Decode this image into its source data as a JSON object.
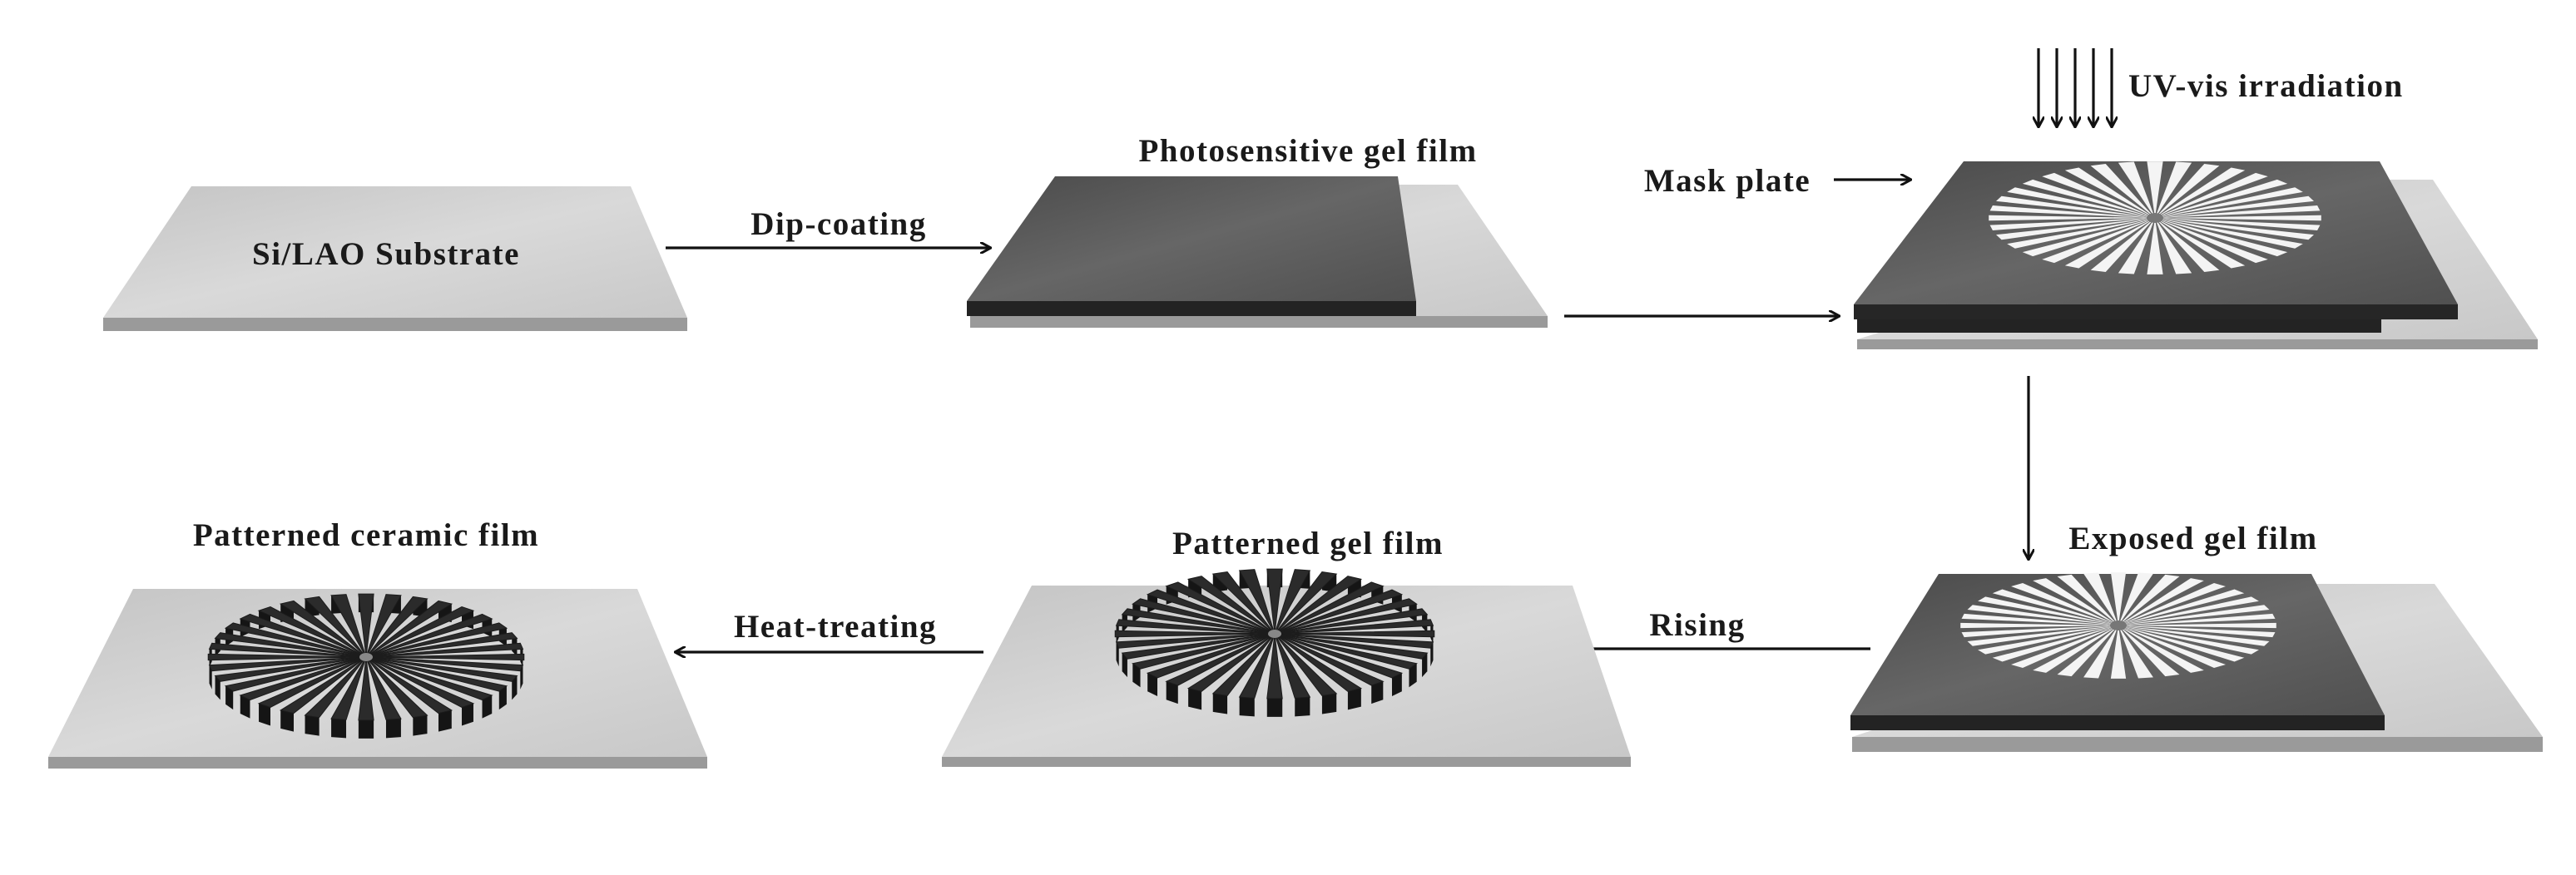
{
  "labels": {
    "substrate": "Si/LAO Substrate",
    "dip_coating": "Dip-coating",
    "photosensitive": "Photosensitive gel film",
    "mask_plate": "Mask plate",
    "uv": "UV-vis irradiation",
    "exposed": "Exposed gel film",
    "rising": "Rising",
    "patterned_gel": "Patterned gel film",
    "heat_treating": "Heat-treating",
    "patterned_ceramic": "Patterned ceramic film"
  },
  "colors": {
    "substrate_top": "#cfcfcf",
    "substrate_side": "#9a9a9a",
    "gel_top": "#555555",
    "gel_side": "#232323",
    "pattern_light": "#f4f4f4",
    "pattern_dark": "#2b2b2b",
    "arrow": "#111111"
  },
  "pattern": {
    "spokes": 36
  }
}
